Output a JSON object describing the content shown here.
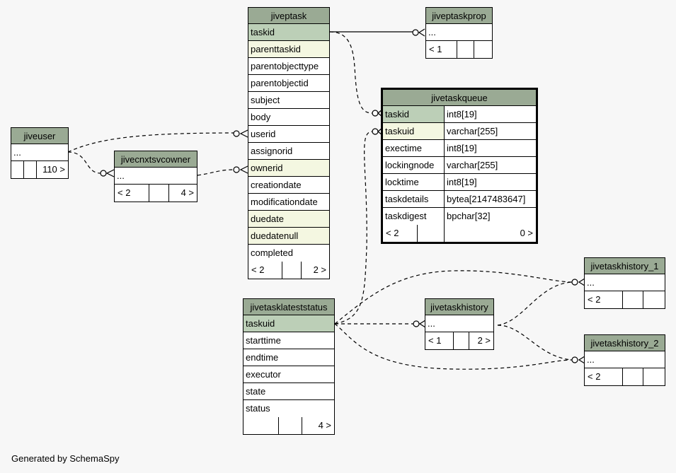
{
  "tables": {
    "jiveptask": {
      "name": "jiveptask",
      "columns": [
        "taskid",
        "parenttaskid",
        "parentobjecttype",
        "parentobjectid",
        "subject",
        "body",
        "userid",
        "assignorid",
        "ownerid",
        "creationdate",
        "modificationdate",
        "duedate",
        "duedatenull",
        "completed"
      ],
      "footer": [
        "< 2",
        "",
        "2 >"
      ]
    },
    "jiveptaskprop": {
      "name": "jiveptaskprop",
      "row": "...",
      "footer": [
        "< 1",
        "",
        ""
      ]
    },
    "jivetaskqueue": {
      "name": "jivetaskqueue",
      "columns": [
        {
          "name": "taskid",
          "type": "int8[19]"
        },
        {
          "name": "taskuid",
          "type": "varchar[255]"
        },
        {
          "name": "exectime",
          "type": "int8[19]"
        },
        {
          "name": "lockingnode",
          "type": "varchar[255]"
        },
        {
          "name": "locktime",
          "type": "int8[19]"
        },
        {
          "name": "taskdetails",
          "type": "bytea[2147483647]"
        },
        {
          "name": "taskdigest",
          "type": "bpchar[32]"
        }
      ],
      "footer": [
        "< 2",
        "",
        "0 >"
      ]
    },
    "jiveuser": {
      "name": "jiveuser",
      "row": "...",
      "footer": [
        "",
        "",
        "110 >"
      ]
    },
    "jivecnxtsvcowner": {
      "name": "jivecnxtsvcowner",
      "row": "...",
      "footer": [
        "< 2",
        "",
        "4 >"
      ]
    },
    "jivetasklateststatus": {
      "name": "jivetasklateststatus",
      "columns": [
        "taskuid",
        "starttime",
        "endtime",
        "executor",
        "state",
        "status"
      ],
      "footer": [
        "",
        "",
        "4 >"
      ]
    },
    "jivetaskhistory": {
      "name": "jivetaskhistory",
      "row": "...",
      "footer": [
        "< 1",
        "",
        "2 >"
      ]
    },
    "jivetaskhistory_1": {
      "name": "jivetaskhistory_1",
      "row": "...",
      "footer": [
        "< 2",
        "",
        ""
      ]
    },
    "jivetaskhistory_2": {
      "name": "jivetaskhistory_2",
      "row": "...",
      "footer": [
        "< 2",
        "",
        ""
      ]
    }
  },
  "footer_text": "Generated by SchemaSpy",
  "colors": {
    "header": "#9aaa94",
    "primary_key": "#bccfb7",
    "foreign_key": "#f4f7e1",
    "background": "#f7f7f7"
  }
}
